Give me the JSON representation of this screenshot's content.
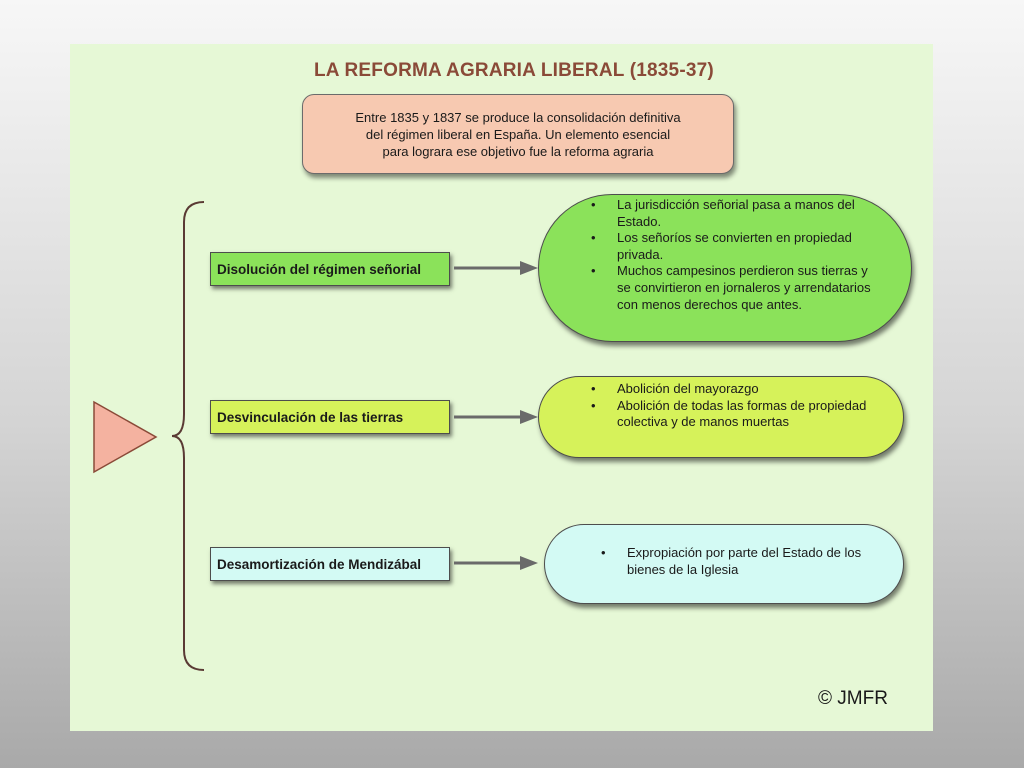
{
  "title": "LA REFORMA AGRARIA LIBERAL (1835-37)",
  "intro": "Entre 1835 y 1837 se produce la consolidación definitiva\ndel régimen liberal en España. Un elemento esencial\npara lograra ese objetivo fue la reforma agraria",
  "colors": {
    "background": "#e6f8d6",
    "intro_box": "#f7c9b1",
    "pointer": "#f4b2a0",
    "branch_1": "#8be25a",
    "branch_2": "#d6f25a",
    "branch_3": "#d3faf4"
  },
  "branches": [
    {
      "label": "Disolución del régimen señorial",
      "items": [
        "La jurisdicción señorial pasa a manos del Estado.",
        "Los señoríos se convierten en propiedad privada.",
        "Muchos campesinos perdieron sus tierras y se convirtieron en jornaleros y arrendatarios con menos derechos que antes."
      ]
    },
    {
      "label": "Desvinculación de las tierras",
      "items": [
        "Abolición del mayorazgo",
        "Abolición de todas las formas de propiedad colectiva y de manos muertas"
      ]
    },
    {
      "label": "Desamortización de Mendizábal",
      "items": [
        "Expropiación por parte del Estado de los bienes de la Iglesia"
      ]
    }
  ],
  "copyright": "© JMFR"
}
